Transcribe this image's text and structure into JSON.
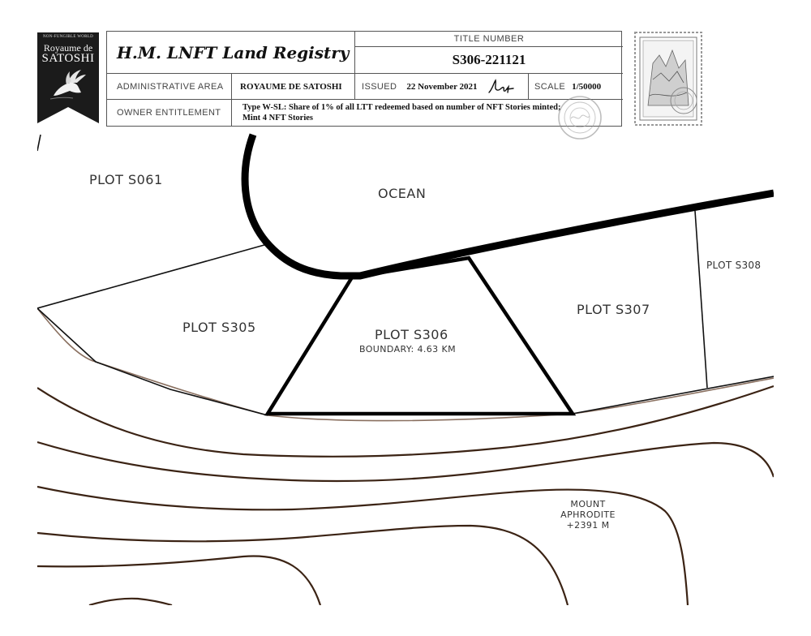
{
  "brand": {
    "tagline": "NON-FUNGIBLE WORLD",
    "line1": "Royaume de",
    "line2": "SATOSHI"
  },
  "title_block": {
    "registry_title": "H.M. LNFT Land Registry",
    "title_number_label": "TITLE NUMBER",
    "title_number": "S306-221121",
    "administrative_area_label": "ADMINISTRATIVE AREA",
    "administrative_area": "ROYAUME DE SATOSHI",
    "issued_label": "ISSUED",
    "issued_date": "22 November 2021",
    "scale_label": "SCALE",
    "scale": "1/50000",
    "owner_entitlement_label": "OWNER ENTITLEMENT",
    "owner_entitlement_line1": "Type W-SL: Share of 1% of all LTT redeemed based on number of NFT Stories minted;",
    "owner_entitlement_line2": "Mint 4 NFT Stories"
  },
  "map": {
    "labels": {
      "plot_s061": "PLOT S061",
      "ocean": "OCEAN",
      "plot_s305": "PLOT S305",
      "plot_s306": "PLOT S306",
      "boundary": "BOUNDARY: 4.63 KM",
      "plot_s307": "PLOT S307",
      "plot_s308": "PLOT S308",
      "mount_name_line1": "MOUNT",
      "mount_name_line2": "APHRODITE",
      "mount_elevation": "+2391 M"
    },
    "colors": {
      "coastline": "#000000",
      "plot_boundary": "#111111",
      "contour": "#3b2314",
      "contour_light": "#8a7060"
    }
  },
  "icons": {
    "banner_emblem": "winged-foot-icon",
    "signature": "signature-mark",
    "seal": "round-seal-stamp",
    "stamp": "postage-stamp"
  }
}
